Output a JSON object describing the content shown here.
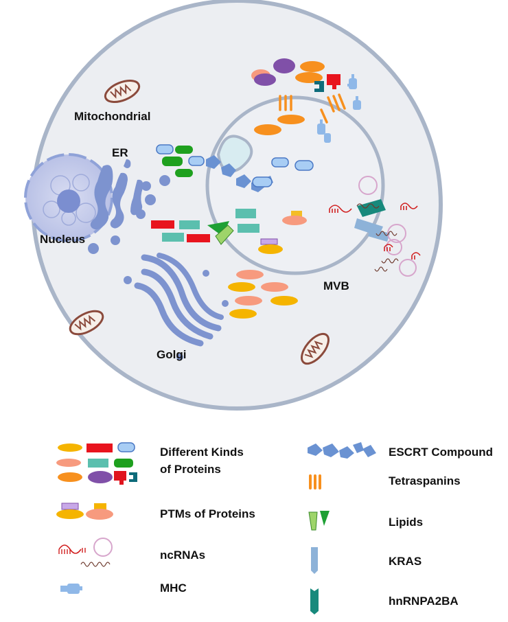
{
  "diagram": {
    "cell_labels": {
      "mitochondrial": "Mitochondrial",
      "er": "ER",
      "nucleus": "Nucleus",
      "golgi": "Golgi",
      "mvb": "MVB"
    },
    "legend": {
      "proteins_line1": "Different Kinds",
      "proteins_line2": "of  Proteins",
      "ptms": "PTMs of Proteins",
      "ncrnas": "ncRNAs",
      "mhc": "MHC",
      "escrt": "ESCRT Compound",
      "tetraspanins": "Tetraspanins",
      "lipids": "Lipids",
      "kras": "KRAS",
      "hnrnpa2ba": "hnRNPA2BA"
    },
    "colors": {
      "yellow": "#f5b400",
      "red": "#e8141e",
      "lightblue": "#8fb8e8",
      "salmon": "#f79a7e",
      "teal": "#5bbfae",
      "green": "#1ea01e",
      "orange": "#f7901e",
      "purple": "#8050a8",
      "crimson": "#e0141e",
      "darkteal": "#0d6b7a",
      "escrt": "#6a92d2",
      "lipid_light": "#9ed46a",
      "lipid_dark": "#1ea034",
      "kras": "#8db2d8",
      "hnrnp": "#18897c",
      "lavender": "#c8a8e8",
      "cell_fill": "#eceef2",
      "cell_border": "#a9b5c8",
      "mito": "#8b4a3c",
      "nucleus": "#c5cbe8",
      "organelle": "#7d93cf"
    }
  }
}
